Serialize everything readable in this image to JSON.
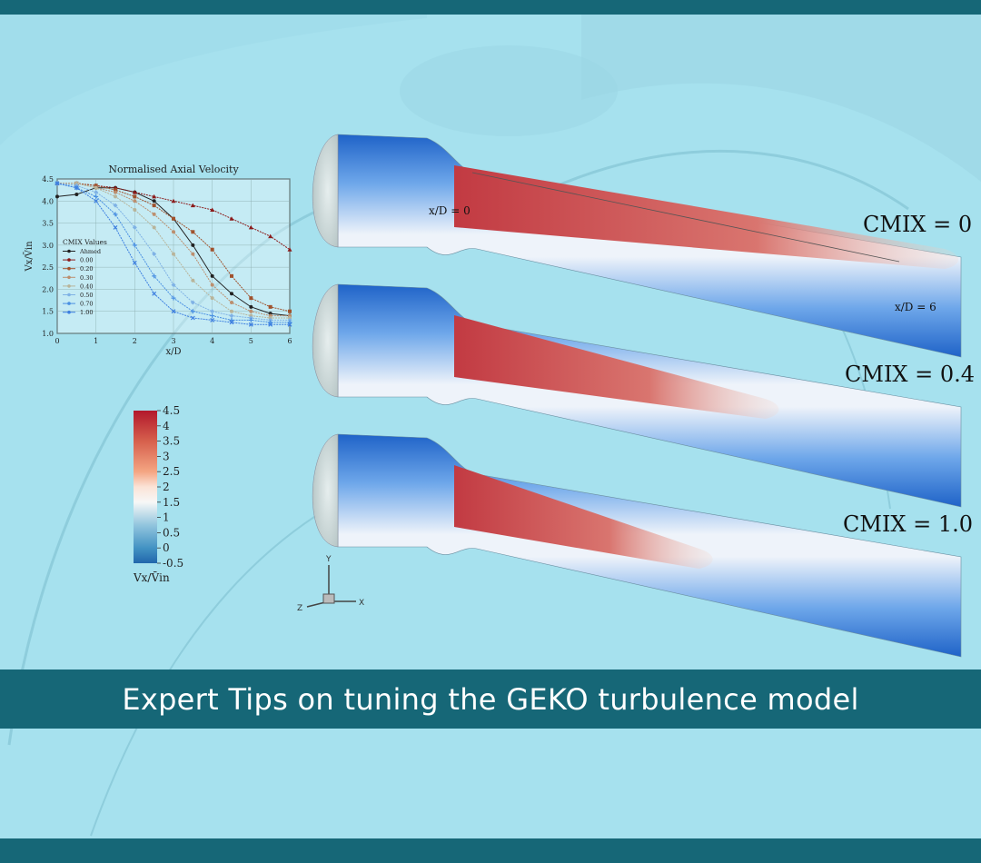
{
  "banner": {
    "title": "Expert Tips on tuning the GEKO turbulence model"
  },
  "colors": {
    "band": "#166777",
    "background": "#a6e1ee",
    "jet_core": "#c23a42",
    "wall": "#1f63c8"
  },
  "chart_data": [
    {
      "type": "line",
      "title": "Normalised Axial Velocity",
      "xlabel": "x/D",
      "ylabel": "Vx/V̄in",
      "xlim": [
        0,
        6
      ],
      "ylim": [
        1.0,
        4.5
      ],
      "xticks": [
        "0",
        "1",
        "2",
        "3",
        "4",
        "5",
        "6"
      ],
      "yticks": [
        "1.0",
        "1.5",
        "2.0",
        "2.5",
        "3.0",
        "3.5",
        "4.0",
        "4.5"
      ],
      "grid": true,
      "legend_title": "CMIX Values",
      "legend_position": "left",
      "series": [
        {
          "name": "Ahmed",
          "color": "#222222",
          "marker": "circle",
          "x": [
            0,
            0.5,
            1,
            1.5,
            2,
            2.5,
            3,
            3.5,
            4,
            4.5,
            5,
            5.5,
            6
          ],
          "y": [
            4.1,
            4.15,
            4.3,
            4.3,
            4.2,
            4.0,
            3.6,
            3.0,
            2.3,
            1.9,
            1.6,
            1.45,
            1.4
          ]
        },
        {
          "name": "0.00",
          "color": "#8b1a1a",
          "marker": "triangle",
          "x": [
            0,
            0.5,
            1,
            1.5,
            2,
            2.5,
            3,
            3.5,
            4,
            4.5,
            5,
            5.5,
            6
          ],
          "y": [
            4.4,
            4.4,
            4.35,
            4.3,
            4.2,
            4.1,
            4.0,
            3.9,
            3.8,
            3.6,
            3.4,
            3.2,
            2.9
          ]
        },
        {
          "name": "0.20",
          "color": "#a0522d",
          "marker": "square",
          "x": [
            0,
            0.5,
            1,
            1.5,
            2,
            2.5,
            3,
            3.5,
            4,
            4.5,
            5,
            5.5,
            6
          ],
          "y": [
            4.4,
            4.4,
            4.35,
            4.25,
            4.1,
            3.9,
            3.6,
            3.3,
            2.9,
            2.3,
            1.8,
            1.6,
            1.5
          ]
        },
        {
          "name": "0.30",
          "color": "#bc8f6f",
          "marker": "circle",
          "x": [
            0,
            0.5,
            1,
            1.5,
            2,
            2.5,
            3,
            3.5,
            4,
            4.5,
            5,
            5.5,
            6
          ],
          "y": [
            4.4,
            4.4,
            4.3,
            4.2,
            4.0,
            3.7,
            3.3,
            2.8,
            2.1,
            1.7,
            1.5,
            1.4,
            1.4
          ]
        },
        {
          "name": "0.40",
          "color": "#b8b49a",
          "marker": "circle",
          "x": [
            0,
            0.5,
            1,
            1.5,
            2,
            2.5,
            3,
            3.5,
            4,
            4.5,
            5,
            5.5,
            6
          ],
          "y": [
            4.4,
            4.4,
            4.3,
            4.1,
            3.8,
            3.4,
            2.8,
            2.2,
            1.8,
            1.5,
            1.4,
            1.35,
            1.35
          ]
        },
        {
          "name": "0.50",
          "color": "#7fb2e5",
          "marker": "diamond",
          "x": [
            0,
            0.5,
            1,
            1.5,
            2,
            2.5,
            3,
            3.5,
            4,
            4.5,
            5,
            5.5,
            6
          ],
          "y": [
            4.4,
            4.35,
            4.2,
            3.9,
            3.4,
            2.8,
            2.1,
            1.7,
            1.5,
            1.4,
            1.35,
            1.3,
            1.3
          ]
        },
        {
          "name": "0.70",
          "color": "#4a90e2",
          "marker": "plus",
          "x": [
            0,
            0.5,
            1,
            1.5,
            2,
            2.5,
            3,
            3.5,
            4,
            4.5,
            5,
            5.5,
            6
          ],
          "y": [
            4.4,
            4.3,
            4.1,
            3.7,
            3.0,
            2.3,
            1.8,
            1.5,
            1.4,
            1.3,
            1.3,
            1.25,
            1.25
          ]
        },
        {
          "name": "1.00",
          "color": "#3d7fe0",
          "marker": "x",
          "x": [
            0,
            0.5,
            1,
            1.5,
            2,
            2.5,
            3,
            3.5,
            4,
            4.5,
            5,
            5.5,
            6
          ],
          "y": [
            4.4,
            4.3,
            4.0,
            3.4,
            2.6,
            1.9,
            1.5,
            1.35,
            1.3,
            1.25,
            1.2,
            1.2,
            1.2
          ]
        }
      ]
    },
    {
      "type": "heatmap",
      "colorbar_label": "Vx/V̄in",
      "ticks": [
        "4.5",
        "4",
        "3.5",
        "3",
        "2.5",
        "2",
        "1.5",
        "1",
        "0.5",
        "0",
        "-0.5"
      ],
      "range": [
        -0.5,
        4.5
      ]
    }
  ],
  "jets": [
    {
      "label_cmix": "CMIX = 0",
      "label_start": "x/D = 0",
      "label_end": "x/D = 6",
      "core_length": 1.0
    },
    {
      "label_cmix": "CMIX = 0.4",
      "core_length": 0.62
    },
    {
      "label_cmix": "CMIX = 1.0",
      "core_length": 0.48
    }
  ],
  "axes_triad": {
    "x": "X",
    "y": "Y",
    "z": "Z"
  }
}
